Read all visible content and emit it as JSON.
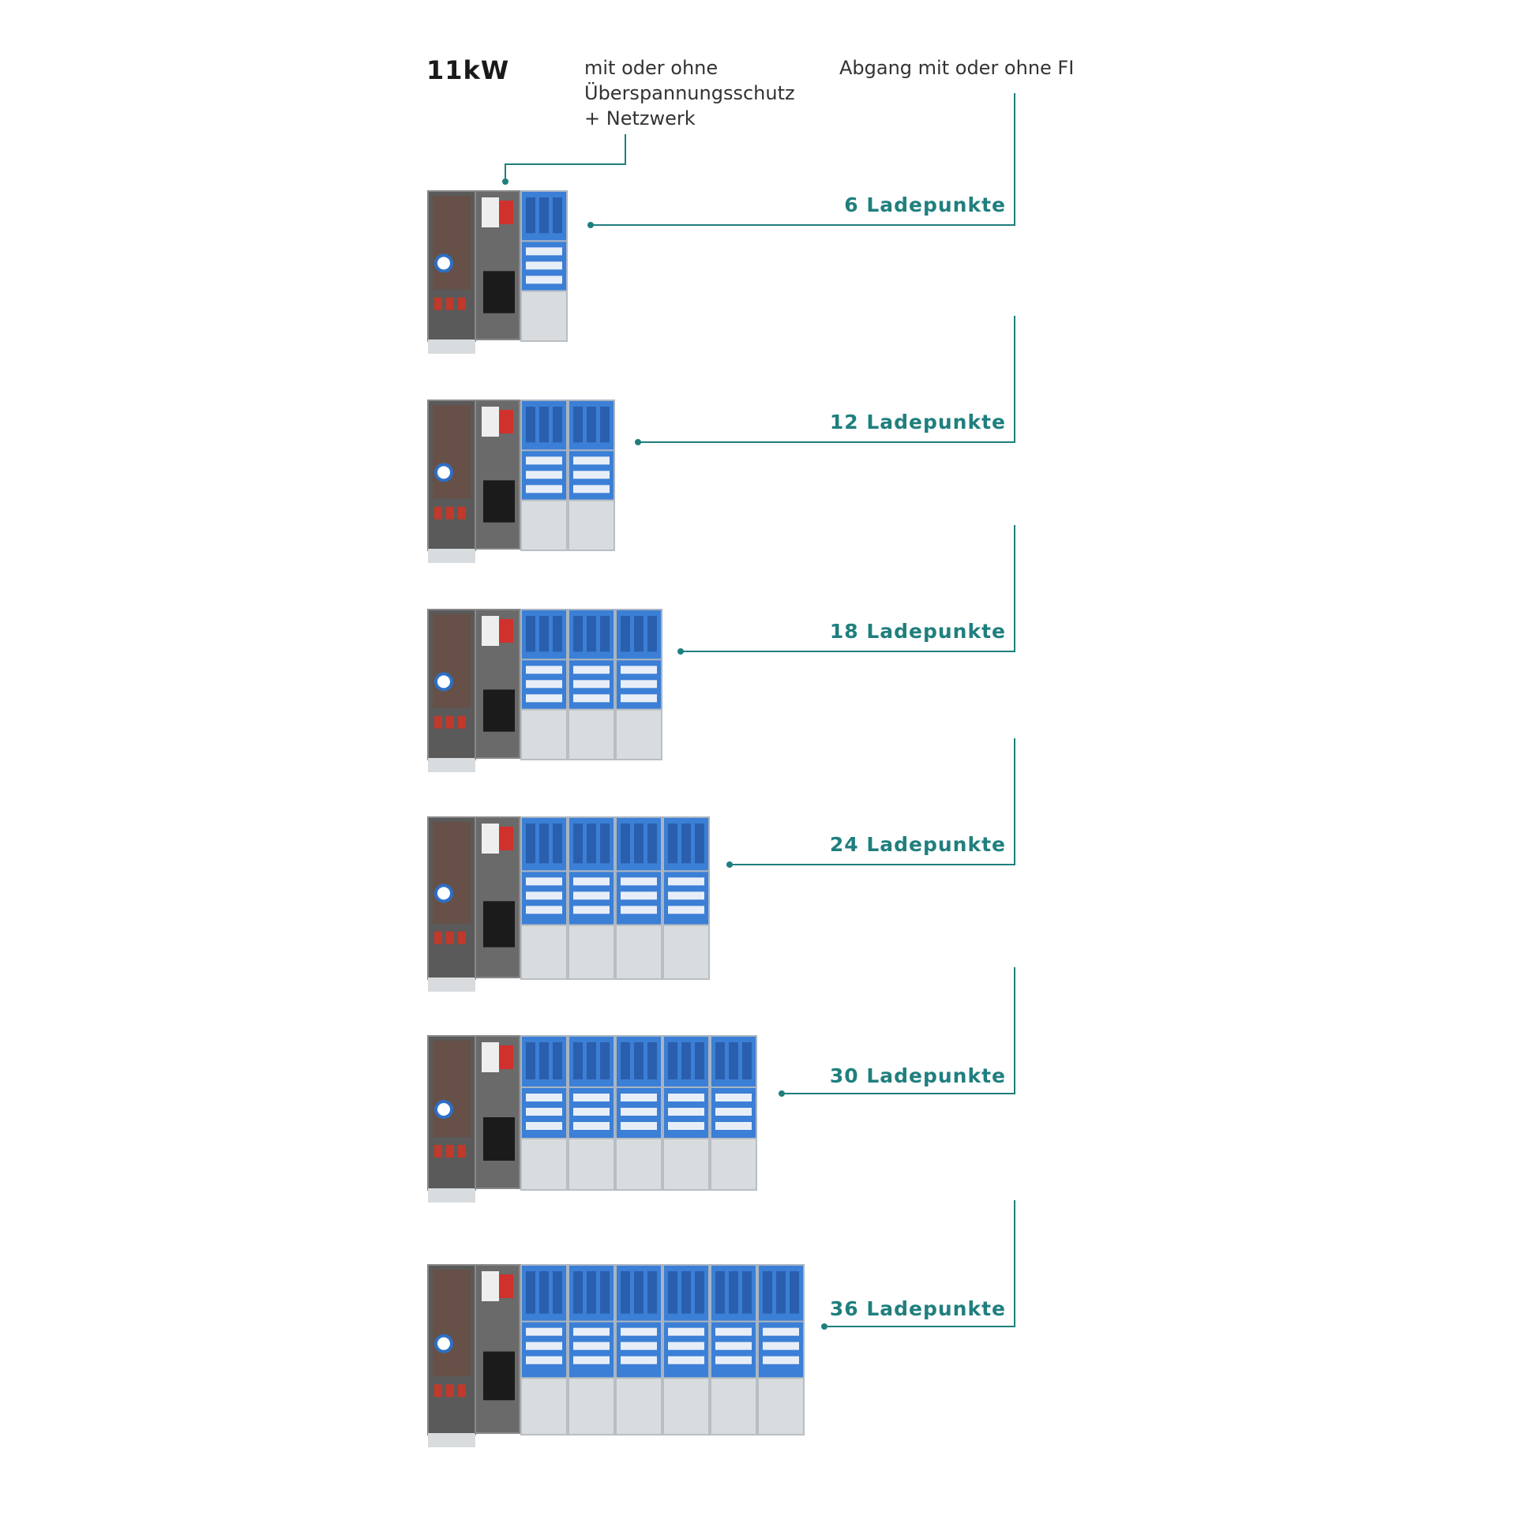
{
  "header": {
    "power": "11kW",
    "surge_lines": [
      "mit oder ohne",
      "Überspannungsschutz",
      "+ Netzwerk"
    ],
    "outlet": "Abgang mit oder ohne FI"
  },
  "colors": {
    "accent": "#1f7f7e",
    "module_blue": "#3b7fd6",
    "housing_gray": "#d9dcde"
  },
  "rows": [
    {
      "label": "6 Ladepunkte",
      "modules": 1
    },
    {
      "label": "12 Ladepunkte",
      "modules": 2
    },
    {
      "label": "18 Ladepunkte",
      "modules": 3
    },
    {
      "label": "24 Ladepunkte",
      "modules": 4
    },
    {
      "label": "30 Ladepunkte",
      "modules": 5
    },
    {
      "label": "36 Ladepunkte",
      "modules": 6
    }
  ]
}
